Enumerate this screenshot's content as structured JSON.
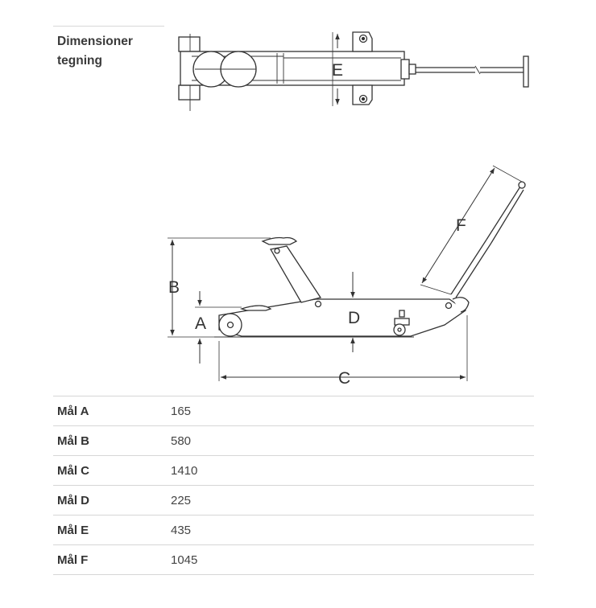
{
  "section": {
    "heading": "Dimensioner tegning"
  },
  "drawing": {
    "labels": {
      "a": "A",
      "b": "B",
      "c": "C",
      "d": "D",
      "e": "E",
      "f": "F"
    },
    "line_color": "#333333"
  },
  "dimensions": [
    {
      "label": "Mål A",
      "value": "165"
    },
    {
      "label": "Mål B",
      "value": "580"
    },
    {
      "label": "Mål C",
      "value": "1410"
    },
    {
      "label": "Mål D",
      "value": "225"
    },
    {
      "label": "Mål E",
      "value": "435"
    },
    {
      "label": "Mål F",
      "value": "1045"
    }
  ]
}
